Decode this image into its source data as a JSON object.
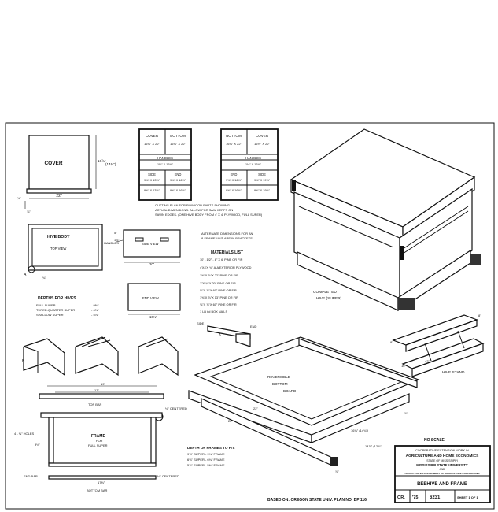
{
  "cover_label": "COVER",
  "cover_dim_w": "22\"",
  "cover_dim_h": "16⅞\"",
  "cover_dim_h2": "(14¾\")",
  "cover_dim_t": "¾\"",
  "cover_dim_t2": "⅞\"",
  "plywood": {
    "left": {
      "cover": "COVER",
      "cover_dim": "16⅛\" X 22\"",
      "bottom": "BOTTOM",
      "bottom_dim": "16⅛\" X 22\"",
      "handles": "HANDLES",
      "handles_dim": "1⅛\" X 16⅛\"",
      "side": "SIDE",
      "side_dim1": "9⅝\" X 13⅛\"",
      "side_dim2": "9⅝\" X 13⅛\"",
      "end": "END",
      "end_dim1": "9⅝\" X 16⅛\"",
      "end_dim2": "9⅝\" X 16⅛\""
    },
    "right": {
      "bottom": "BOTTOM",
      "bottom_dim": "16⅛\" X 22\"",
      "cover": "COVER",
      "cover_dim": "16⅛\" X 22\"",
      "handles": "HANDLES",
      "handles_dim": "1⅛\" X 16⅛\"",
      "end": "END",
      "end_dim1": "9⅝\" X 16⅛\"",
      "end_dim2": "9⅝\" X 16⅛\"",
      "side": "SIDE",
      "side_dim1": "9⅝\" X 19⅛\"",
      "side_dim2": "9⅝\" X 19⅛\""
    },
    "caption": [
      "CUTTING PLAN FOR PLYWOOD PARTS SHOWING",
      "ACTUAL DIMENSIONS. ALLOW FOR SAW KERFS ON",
      "SAWN EDGES. (ONE HIVE BODY FROM 4' X 4' PLYWOOD, FULL SUPER)"
    ]
  },
  "hive_body_label": "HIVE BODY",
  "top_view_label": "TOP VIEW",
  "handles_label": "HANDLES",
  "side_view_label": "SIDE VIEW",
  "end_view_label": "END VIEW",
  "dim_20": "20\"",
  "dim_16": "16⅛\"",
  "dim_a": "A",
  "dim_five": "5\"",
  "dim_one": "1⅛\"",
  "dim_three_four": "¾\"",
  "alt_note": [
    "ALTERNATE DIMENSIONS FOR AN",
    "8-FRAME UNIT ARE IN BRACKETS."
  ],
  "materials": {
    "title": "MATERIALS LIST",
    "items": [
      "10' - 1/2\" - 8\" X 6'   PINE OR FIR",
      "4'X4'X ¾\"  A-A EXTERIOR PLYWOOD",
      "1⅝\"X ⅞\"X 22\"   PINE OR FIR",
      "1\"X ¾\"X 20\"   PINE OR FIR",
      "⅝\"X ⅞\"X 60\"   PINE OR FIR",
      "1⅝\"X ⅞\"X 13\"   PINE OR FIR",
      "⅝\"X ⅞\"X 60\"   PINE OR FIR",
      "1 LB 6d BOX NAILS"
    ]
  },
  "completed_label": "COMPLETED",
  "completed_label2": "HIVE (SUPER)",
  "depths": {
    "title": "DEPTHS FOR HIVES",
    "rows": [
      {
        "name": "FULL SUPER",
        "value": "- 9⅝\""
      },
      {
        "name": "THREE-QUARTER SUPER",
        "value": "- 6⅝\""
      },
      {
        "name": "SHALLOW SUPER",
        "value": "- 5⅞\""
      }
    ]
  },
  "side_label": "SIDE",
  "end_label": "END",
  "section_a": "A",
  "section_b": "B",
  "reversible_label": [
    "REVERSIBLE",
    "BOTTOM",
    "BOARD"
  ],
  "hive_stand_label": "HIVE STAND",
  "stand_dims": {
    "a": "8\"",
    "b": "16\"",
    "c": "42\"",
    "d": "8\""
  },
  "frame": {
    "label": "FRAME",
    "label2": "FOR",
    "label3": "FULL SUPER",
    "top_bar": "TOP BAR",
    "end_bar": "END BAR",
    "bottom_bar": "BOTTOM BAR",
    "dim_19": "19\"",
    "dim_17": "17\"",
    "dim_17b": "17⅝\"",
    "holes": "4 - ⅛\" HOLES",
    "dim_9": "9⅛\"",
    "centered": "⅛\" CENTERED",
    "centered2": "⅛\" CENTERED"
  },
  "board_dims": {
    "a": "22\"",
    "b": "22\"",
    "c": "16⅛\" (14¾\")",
    "d": "⅞\"",
    "e": "14⅞\" (12⅞\")",
    "f": "⅞\""
  },
  "frames_depth": {
    "title": "DEPTH OF FRAMES TO FIT:",
    "rows": [
      "9⅝\" SUPER - 9⅛\" FRAME",
      "6⅝\" SUPER - 6⅛\" FRAME",
      "5⅞\" SUPER - 5⅜\" FRAME"
    ]
  },
  "no_scale": "NO SCALE",
  "title_block": {
    "line1": "COOPERATIVE EXTENSION WORK IN",
    "line2": "AGRICULTURE AND HOME ECONOMICS",
    "line3": "STATE OF MISSISSIPPI",
    "line4": "MISSISSIPPI STATE UNIVERSITY",
    "line5": "AND",
    "line6": "UNITED STATES DEPARTMENT OF AGRICULTURE COOPERATING",
    "title": "BEEHIVE AND FRAME",
    "code1": "OR.",
    "code2": "'75",
    "code3": "6231",
    "sheet": "SHEET 1 OF 1"
  },
  "based_on": "BASED ON: OREGON STATE UNIV. PLAN NO. BP 116"
}
